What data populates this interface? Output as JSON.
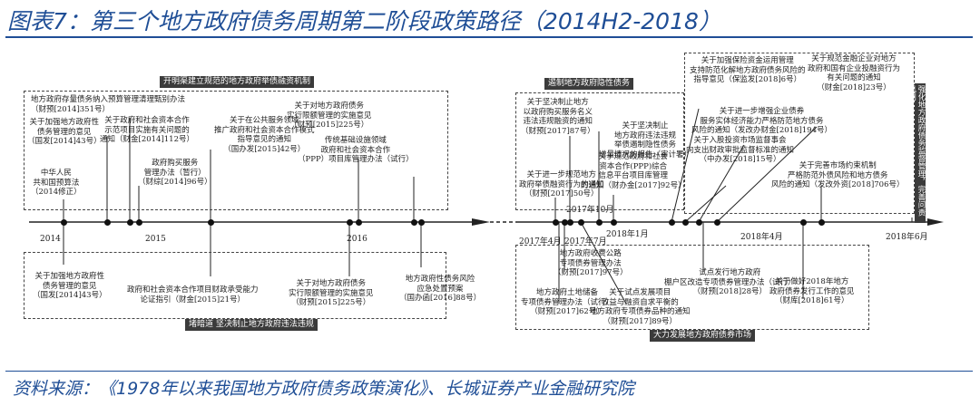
{
  "title": "图表7：第三个地方政府债务周期第二阶段政策路径（2014H2-2018）",
  "source": "资料来源：《1978年以来我国地方政府债务政策演化》、长城证券产业金融研究院",
  "headers": {
    "left_top": "开明渠建立规范的地方政府举债融资机制",
    "left_bottom": "堵暗道 坚决制止地方政府违法违规",
    "right_top": "遏制地方政府隐性债务",
    "right_bottom": "大力发展地方政府债券市场",
    "right_side": "强化地方政府债务监督管理，完善问责机制"
  },
  "years": {
    "y2014": "2014",
    "y2015": "2015",
    "y2016": "2016",
    "y2017_4": "2017年4月",
    "y2017_7": "2017年7月",
    "y2017_10": "2017年10月",
    "y2018_1": "2018年1月",
    "y2018_4": "2018年4月",
    "y2018_6": "2018年6月"
  },
  "events": {
    "l_top_1": "地方政府存量债务纳入预算管理清理甄别办法\n（财预[2014]351号）",
    "l_top_2": "关于加强地方政府性\n债务管理的意见\n（国发[2014]43号）",
    "l_top_3": "关于政府和社会资本合作\n示范项目实施有关问题的\n通知（财金[2014]112号）",
    "l_top_4": "关于在公共服务领域\n推广政府和社会资本合作模式\n指导意见的通知\n（国办发[2015]42号）",
    "l_top_5": "中华人民\n共和国预算法\n（2014修正）",
    "l_top_6": "政府购买服务\n管理办法（暂行）\n（财综[2014]96号）",
    "l_top_7": "关于对地方政府债务\n实行限额管理的实施意见\n（财预[2015]225号）",
    "l_top_8": "传统基础设施领域\n政府和社会资本合作\n（PPP）项目库管理办法（试行）",
    "l_bot_1": "关于加强地方政府性\n债务管理的意见\n（国发[2014]43号）",
    "l_bot_2": "政府和社会资本合作项目财政承受能力\n论证指引（财金[2015]21号）",
    "l_bot_3": "关于对地方政府债务\n实行限额管理的实施意见\n（财预[2015]225号）",
    "l_bot_4": "地方政府性债务风险\n应急处置预案\n（国办函[2016]88号）",
    "r_top_1": "关于坚决制止地方\n以政府购买服务名义\n违法违规融资的通知\n（财预[2017]87号）",
    "r_top_2": "关于坚决制止\n地方政府违法违规\n举债遏制隐性债务\n增量情况的报告（审计署）",
    "r_top_3": "关于规范政府和社会\n资本合作(PPP)综合\n信息平台项目库管理\n的通知（财办金[2017]92号）",
    "r_top_4": "关于进一步规范地方\n政府举债融资行为的通知\n（财预[2017]50号）",
    "r_top_5": "关于加强保险资金运用管理\n支持防范化解地方政府债务风险的\n指导意见（保监发[2018]6号）",
    "r_top_6": "关于进一步增强企业债券\n服务实体经济能力严格防范地方债务\n风险的通知（发改办财金[2018]194号）",
    "r_top_7": "关于规范金融企业对地方\n政府和国有企业投融资行为\n有关问题的通知\n（财金[2018]23号）",
    "r_top_8": "关于入股投资市场监督事会\n向支出财政审批监督标准的通知\n（中办发[2018]15号）",
    "r_top_9": "关于完善市场约束机制\n严格防范外债风险和地方债务\n风险的通知（发改外资[2018]706号）",
    "r_bot_1": "地方政府土地储备\n专项债券管理办法（试行）\n（财预[2017]62号）",
    "r_bot_2": "地方政府收费公路\n专项债券管理办法\n（财预[2017]97号）",
    "r_bot_3": "关于试点发展项目\n收益与融资自求平衡的\n地方政府专项债券品种的通知\n（财预[2017]89号）",
    "r_bot_4": "试点发行地方政府\n棚户区改造专项债券管理办法（试行）\n（财预[2018]28号）",
    "r_bot_5": "关于做好2018年地方\n政府债券发行工作的意见\n（财库[2018]61号）"
  }
}
